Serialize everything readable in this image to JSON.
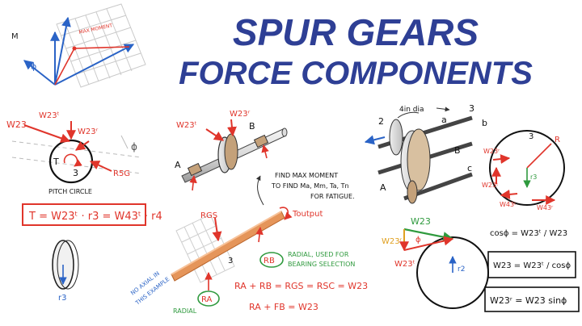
{
  "title": {
    "line1": "SPUR GEARS",
    "line2": "FORCE COMPONENTS"
  },
  "moment_sketch": {
    "axis_label": "M",
    "angle_label": "ϕ",
    "max_moment_label": "MAX MOMENT"
  },
  "pitch_circle_sketch": {
    "w23_label": "W23",
    "w23t_label": "W23ᵗ",
    "w23r_label": "W23ʳ",
    "angle_label": "ϕ",
    "torque_label": "T",
    "gear_label": "3",
    "reaction_label": "R5G",
    "circle_caption": "PITCH CIRCLE",
    "torque_equation": "T = W23ᵗ · r3 = W43ᵗ · r4",
    "radius_label": "r3"
  },
  "shaft_sketch": {
    "w23t_label": "W23ᵗ",
    "w23r_label": "W23ʳ",
    "bearing_a": "A",
    "bearing_b": "B"
  },
  "gear_train_sketch": {
    "dia_label": "4in dia",
    "gear2": "2",
    "label_a_top": "a",
    "label_3": "3",
    "label_b": "b",
    "label_B": "B",
    "label_A": "A",
    "label_c": "c"
  },
  "free_body_circle": {
    "gear_label": "3",
    "r_label": "R",
    "w23r_label": "W23ʳ",
    "w23t_label": "W23ᵗ",
    "w43r_label": "W43ʳ",
    "w43t_label": "W43ᵗ",
    "radius_label": "r3"
  },
  "load_diagram": {
    "note_find_max": "FIND MAX MOMENT",
    "note_to_find": "TO FIND Ma, Mm, Ta, Tn",
    "note_fatigue": "FOR FATIGUE.",
    "rgs_label": "RGS",
    "tout_label": "Toutput",
    "gear_label": "3",
    "rb_label": "RB",
    "radial_note_1": "RADIAL, USED FOR",
    "radial_note_2": "BEARING SELECTION",
    "no_axial_1": "NO AXIAL IN",
    "no_axial_2": "THIS EXAMPLE",
    "ra_label": "RA",
    "radial_label": "RADIAL",
    "eq1": "RA + RB = RGS = RSC = W23",
    "eq2": "RA + FB = W23"
  },
  "force_triangle": {
    "w23_label": "W23",
    "w23r_label": "W23ʳ",
    "w23t_label": "W23ᵗ",
    "angle_label": "ϕ",
    "radius_label": "r2",
    "cos_eq": "cosϕ = W23ᵗ / W23",
    "box_eq1": "W23 = W23ᵗ / cosϕ",
    "box_eq2": "W23ʳ = W23 sinϕ"
  }
}
